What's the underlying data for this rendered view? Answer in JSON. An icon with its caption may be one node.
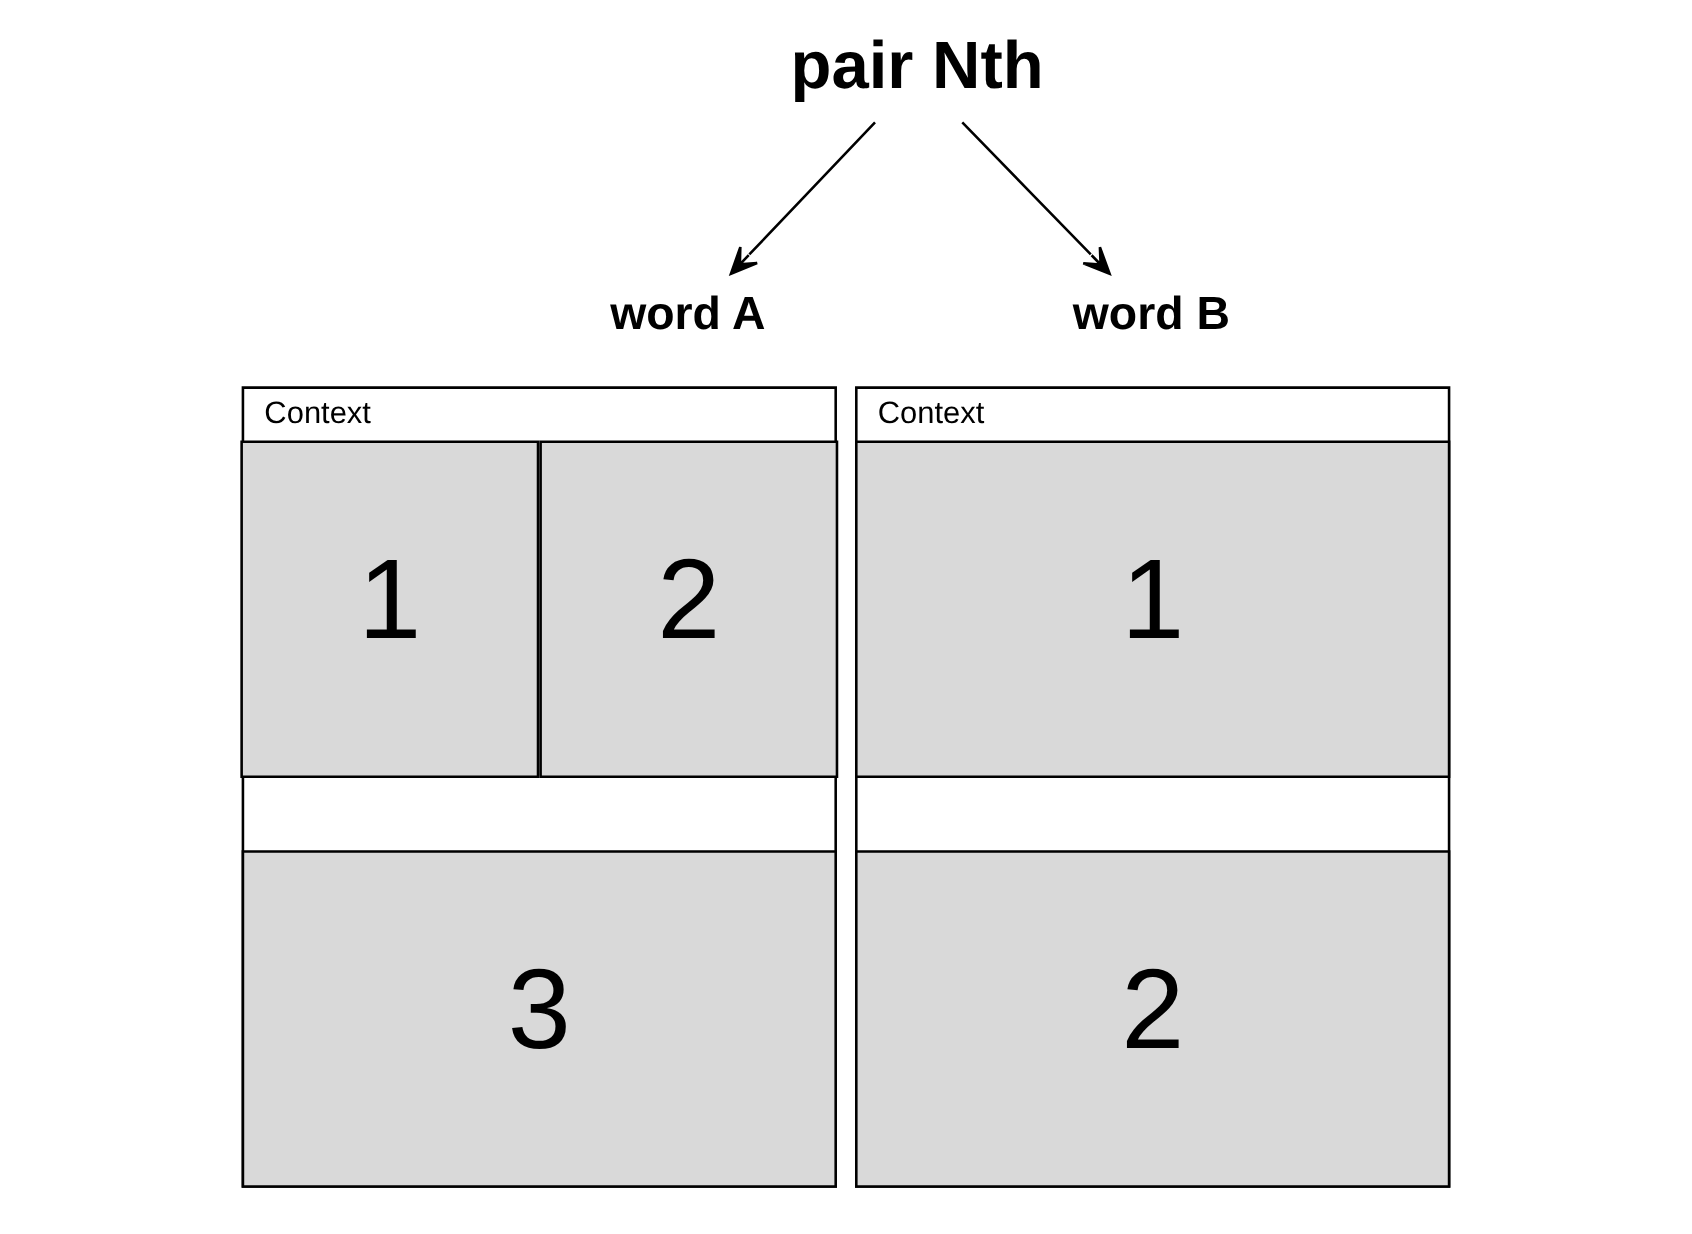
{
  "diagram": {
    "nodes": [
      {
        "text": [
          "pair Nth"
        ]
      },
      {
        "text": [
          "word A"
        ]
      },
      {
        "text": [
          "Context"
        ]
      },
      {
        "text": [
          "1"
        ],
        "in": 2
      },
      {
        "text": [
          "2"
        ],
        "in": 2
      },
      {
        "text": [
          "3"
        ],
        "in": 2
      },
      {
        "text": [
          "word B"
        ]
      },
      {
        "text": [
          "Context"
        ]
      },
      {
        "text": [
          "1"
        ],
        "in": 7
      },
      {
        "text": [
          "2"
        ],
        "in": 7
      }
    ],
    "edges": [
      {
        "from": 0,
        "to": 1,
        "arrow": "to"
      },
      {
        "from": 0,
        "to": 6,
        "arrow": "to"
      }
    ]
  }
}
